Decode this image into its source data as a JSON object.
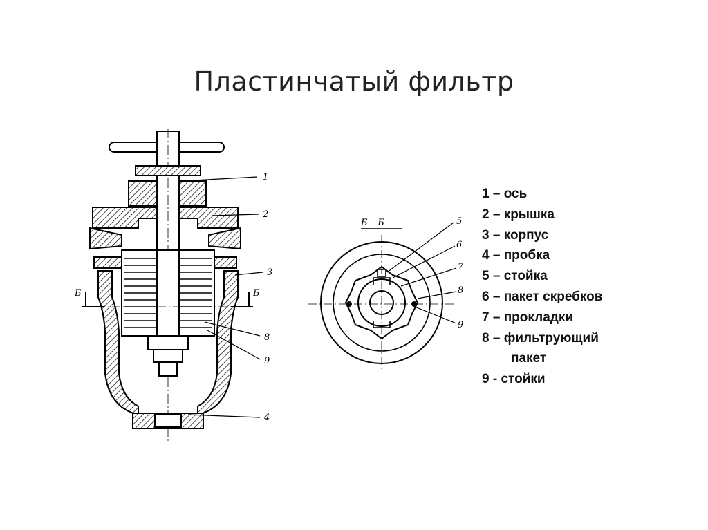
{
  "title": "Пластинчатый фильтр",
  "section_label": "Б – Б",
  "section_marks": {
    "left": "Б",
    "right": "Б"
  },
  "callouts": {
    "main": [
      "1",
      "2",
      "3",
      "8",
      "9",
      "4"
    ],
    "section": [
      "5",
      "6",
      "7",
      "8",
      "9"
    ]
  },
  "legend": [
    "1 – ось",
    "2 – крышка",
    "3 – корпус",
    "4 – пробка",
    "5 – стойка",
    "6 – пакет скребков",
    "7 – прокладки",
    "8 – фильтрующий",
    "пакет",
    "9 - стойки"
  ]
}
